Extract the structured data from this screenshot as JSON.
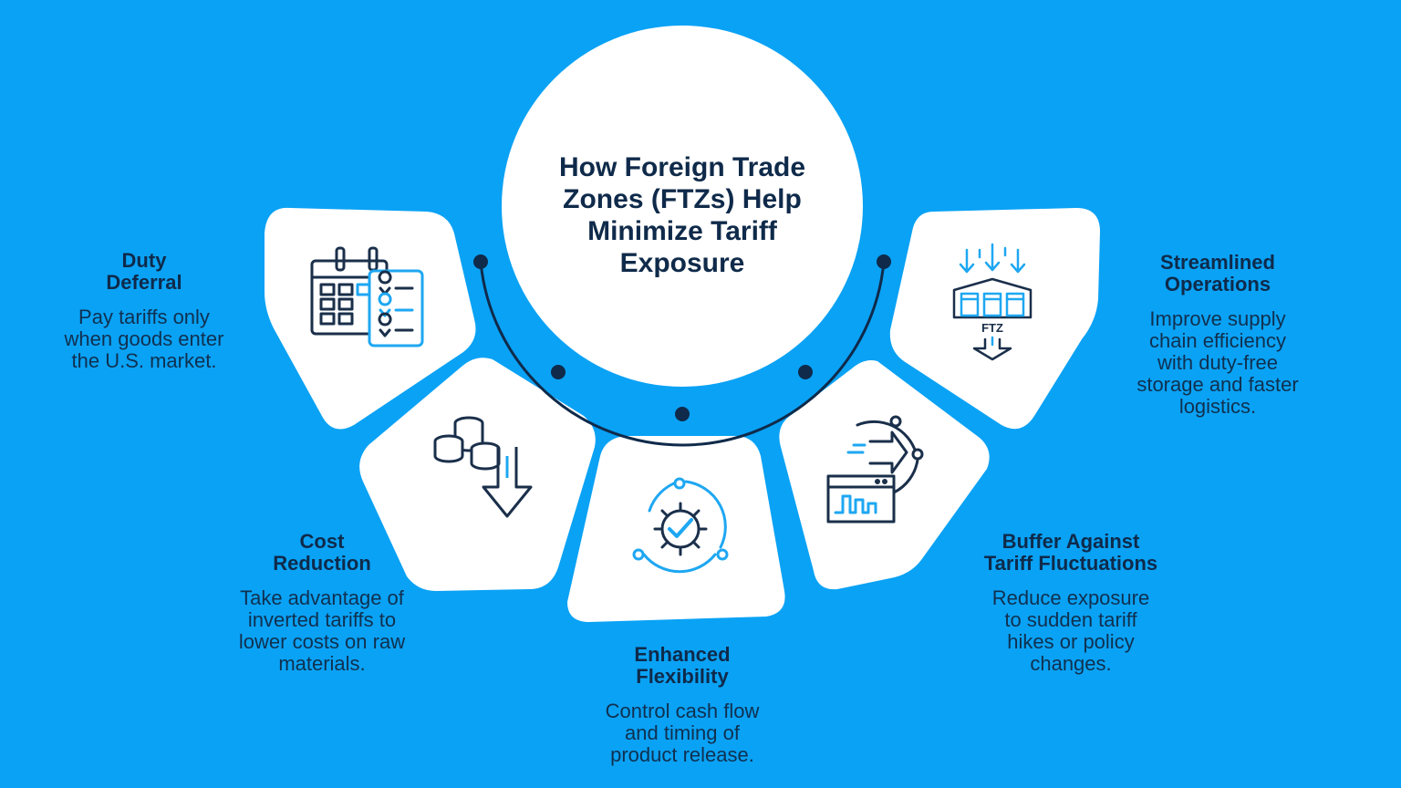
{
  "title_lines": [
    "How Foreign Trade",
    "Zones (FTZs) Help",
    "Minimize Tariff",
    "Exposure"
  ],
  "colors": {
    "background": "#0aa2f5",
    "card": "#ffffff",
    "navy": "#0f2a4a",
    "accent": "#1ea7f2"
  },
  "items": [
    {
      "id": "duty-deferral",
      "icon": "calendar-location-icon",
      "heading": [
        "Duty",
        "Deferral"
      ],
      "description": [
        "Pay tariffs only",
        "when goods enter",
        "the U.S. market."
      ]
    },
    {
      "id": "cost-reduction",
      "icon": "coins-down-arrow-icon",
      "heading": [
        "Cost",
        "Reduction"
      ],
      "description": [
        "Take advantage of",
        "inverted tariffs to",
        "lower costs on raw",
        "materials."
      ]
    },
    {
      "id": "enhanced-flexibility",
      "icon": "gear-check-cycle-icon",
      "heading": [
        "Enhanced",
        "Flexibility"
      ],
      "description": [
        "Control cash flow",
        "and timing of",
        "product release."
      ]
    },
    {
      "id": "buffer-against-tariff-fluctuations",
      "icon": "chart-window-arrow-icon",
      "heading": [
        "Buffer Against",
        "Tariff Fluctuations"
      ],
      "description": [
        "Reduce exposure",
        "to sudden tariff",
        "hikes or policy",
        "changes."
      ]
    },
    {
      "id": "streamlined-operations",
      "icon": "ftz-warehouse-icon",
      "heading": [
        "Streamlined",
        "Operations"
      ],
      "description": [
        "Improve supply",
        "chain efficiency",
        "with duty-free",
        "storage and faster",
        "logistics."
      ]
    }
  ],
  "ftz_label": "FTZ"
}
